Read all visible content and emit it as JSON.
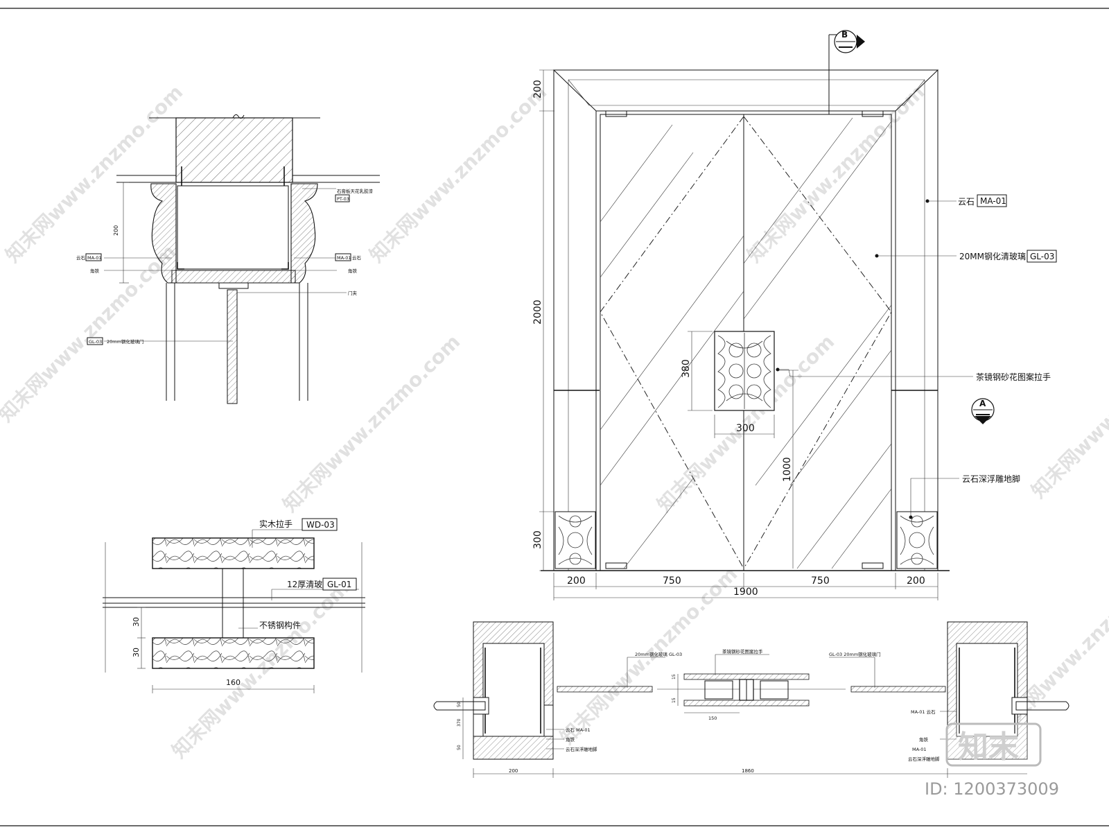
{
  "labels": {
    "yunshi_ma": "云石",
    "ma01": "MA-01",
    "glass_20mm": "20MM钢化清玻璃",
    "gl03": "GL-03",
    "handle": "茶镜钢砂花图案拉手",
    "base": "云石深浮雕地脚",
    "section_b": "B",
    "section_a": "A",
    "wood_handle": "实木拉手",
    "wd03": "WD-03",
    "glass_12": "12厚清玻",
    "gl01": "GL-01",
    "steel_part": "不锈钢构件"
  },
  "small_labels": {
    "ceiling_paint": "石膏板天花乳胶漆",
    "pt03": "PT-03",
    "ma01_a": "MA-01",
    "yunshi_a": "云石",
    "ma01_b": "MA-01",
    "yunshi_b": "云石",
    "angle_iron_a": "角铁",
    "angle_iron_b": "角铁",
    "door_clip": "门夹",
    "gl03_small": "GL-03",
    "glass_door_small": "20mm钢化玻璃门",
    "dim_200_vert": "200",
    "plan_glass_l": "20mm钢化玻璃 GL-03",
    "plan_handle": "茶镜钢砂花图案拉手",
    "plan_glass_r": "GL-03  20mm钢化玻璃门",
    "plan_ma_l": "云石 MA-01",
    "plan_angle_l": "角铁",
    "plan_base_l": "云石深浮雕地脚",
    "plan_ma_r": "MA-01 云石",
    "plan_angle_r": "角铁",
    "plan_ma_r2": "MA-01",
    "plan_base_r": "云石深浮雕地脚",
    "plan_dim_200": "200",
    "plan_dim_1860": "1860",
    "plan_dim_150": "150",
    "plan_dim_15a": "15",
    "plan_dim_15b": "15",
    "plan_dim_50a": "50",
    "plan_dim_50b": "50",
    "plan_dim_370": "370"
  },
  "dimensions": {
    "top_200": "200",
    "h_2000": "2000",
    "bottom_300": "300",
    "handle_380": "380",
    "handle_300": "300",
    "handle_1000": "1000",
    "w_200_l": "200",
    "w_750_l": "750",
    "w_750_r": "750",
    "w_200_r": "200",
    "w_1900": "1900",
    "detail_30a": "30",
    "detail_30b": "30",
    "detail_160": "160"
  },
  "watermark": {
    "text": "知末网www.znzmo.com",
    "logo": "知末",
    "id": "ID: 1200373009"
  }
}
